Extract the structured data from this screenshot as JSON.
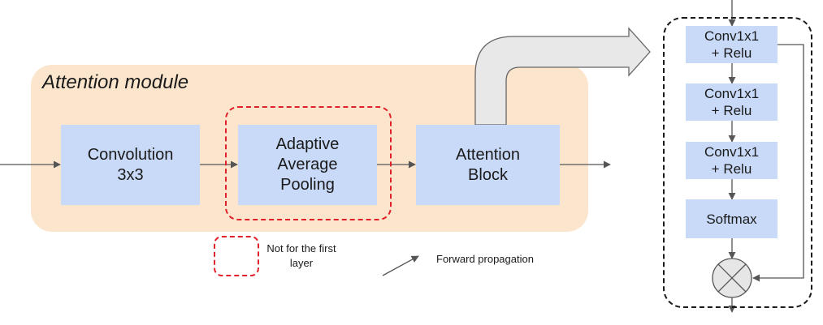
{
  "module": {
    "title": "Attention module"
  },
  "blocks": {
    "convolution": "Convolution\n3x3",
    "adaptive_pooling": "Adaptive\nAverage\nPooling",
    "attention_block": "Attention\nBlock"
  },
  "attention_detail": {
    "conv1": "Conv1x1\n+ Relu",
    "conv2": "Conv1x1\n+ Relu",
    "conv3": "Conv1x1\n+ Relu",
    "softmax": "Softmax",
    "multiply_icon": "multiply-circle-icon"
  },
  "legend": {
    "dashed_note": "Not for the first\nlayer",
    "arrow_note": "Forward propagation"
  },
  "colors": {
    "module_background": "#fbe6cd",
    "block_fill": "#c9daf8",
    "dashed_red": "#e0202a",
    "arrow_gray": "#555555",
    "big_arrow_fill": "#e8e8e8"
  }
}
